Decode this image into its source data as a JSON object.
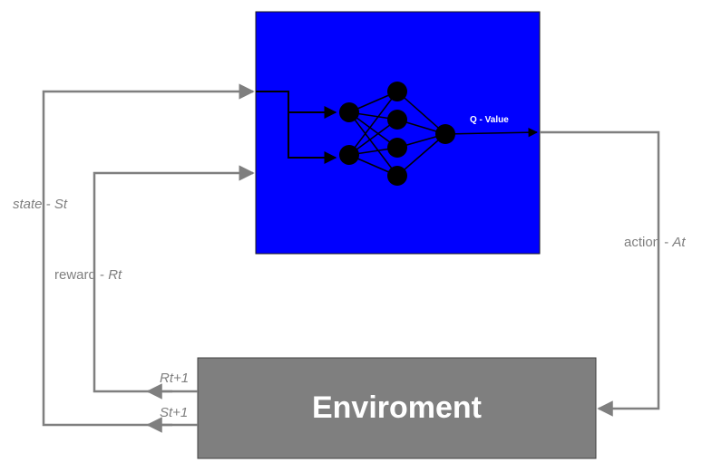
{
  "network": {
    "output_label": "Q - Value",
    "layers": [
      2,
      4,
      1
    ],
    "fill_color": "#0000ff"
  },
  "environment": {
    "label": "Enviroment",
    "fill_color": "#7f7f7f"
  },
  "loops": {
    "state": {
      "prefix": "state - ",
      "var": "St"
    },
    "reward": {
      "prefix": "reward - ",
      "var": "Rt"
    },
    "action": {
      "prefix": "action - ",
      "var": "At"
    },
    "next_reward": "Rt+1",
    "next_state": "St+1"
  },
  "colors": {
    "arrow": "#7f7f7f",
    "node": "#000000",
    "label_text": "#7f7f7f"
  }
}
